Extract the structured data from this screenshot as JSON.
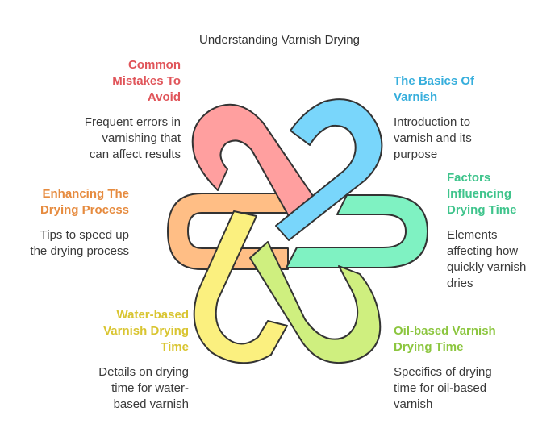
{
  "title": "Understanding Varnish Drying",
  "colors": {
    "basics": "#36aedc",
    "basics_fill": "#79d6fb",
    "factors": "#3fc48c",
    "factors_fill": "#7ff2c2",
    "oil": "#8cc63f",
    "oil_fill": "#cfef7f",
    "water": "#d9c531",
    "water_fill": "#fbf07f",
    "enhancing": "#e68b3f",
    "enhancing_fill": "#ffbe85",
    "mistakes": "#e0555a",
    "mistakes_fill": "#ff9f9f",
    "outline": "#333333"
  },
  "items": {
    "basics": {
      "heading": "The Basics Of\nVarnish",
      "desc": "Introduction to\nvarnish and its\npurpose"
    },
    "factors": {
      "heading": "Factors\nInfluencing\nDrying Time",
      "desc": "Elements\naffecting how\nquickly varnish\ndries"
    },
    "oil": {
      "heading": "Oil-based Varnish\nDrying Time",
      "desc": "Specifics of drying\ntime for oil-based\nvarnish"
    },
    "mistakes": {
      "heading": "Common\nMistakes To\nAvoid",
      "desc": "Frequent errors in\nvarnishing that\ncan affect results"
    },
    "enhancing": {
      "heading": "Enhancing The\nDrying Process",
      "desc": "Tips to speed up\nthe drying process"
    },
    "water": {
      "heading": "Water-based\nVarnish Drying\nTime",
      "desc": "Details on drying\ntime for water-\nbased varnish"
    }
  }
}
